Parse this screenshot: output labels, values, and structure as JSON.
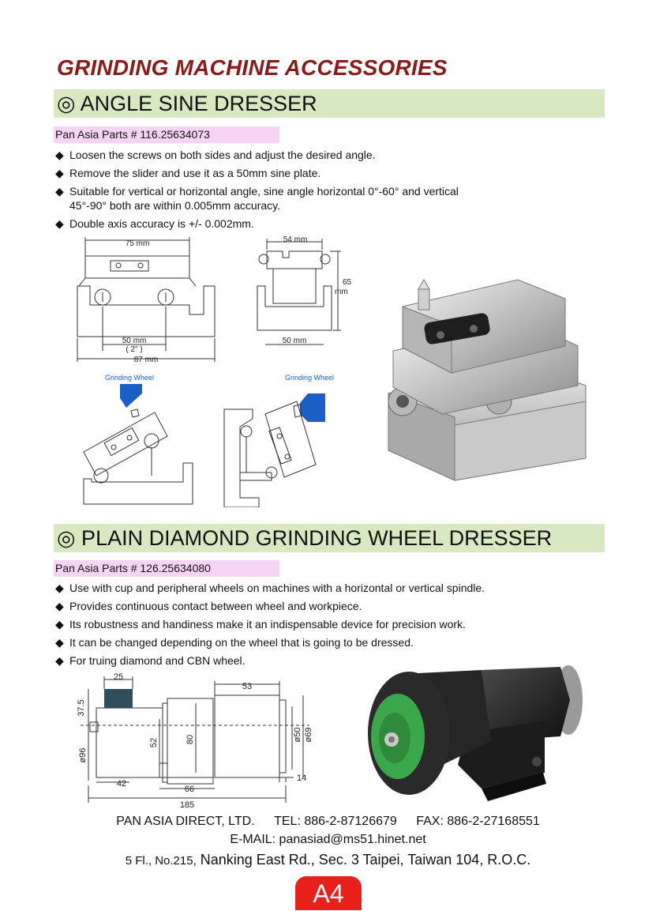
{
  "page_title": "GRINDING MACHINE ACCESSORIES",
  "section1": {
    "heading": "◎ ANGLE SINE DRESSER",
    "part_no": "Pan Asia Parts # 116.25634073",
    "bullets": [
      "Loosen the screws on both sides and adjust the desired angle.",
      "Remove the slider and use it as a 50mm sine plate.",
      "Suitable for vertical or horizontal angle, sine angle horizontal 0°-60° and vertical 45°-90° both are within 0.005mm accuracy.",
      "Double axis accuracy is +/- 0.002mm."
    ],
    "dims": {
      "top_width": "75 mm",
      "inner": "50 mm",
      "inch": "( 2\" )",
      "base": "87 mm",
      "side_top": "54 mm",
      "height": "65",
      "height_unit": "mm",
      "side_base": "50 mm"
    },
    "grinding_label_1": "Grinding Wheel",
    "grinding_label_2": "Grinding Wheel"
  },
  "section2": {
    "heading": "◎ PLAIN DIAMOND GRINDING WHEEL DRESSER",
    "part_no": "Pan Asia Parts # 126.25634080",
    "bullets": [
      "Use with cup and peripheral wheels on machines with a horizontal or vertical spindle.",
      "Provides continuous contact between wheel and workpiece.",
      "Its robustness and handiness make it an indispensable device for precision work.",
      "It can be changed depending on the wheel that is going to be dressed.",
      "For truing diamond and CBN wheel."
    ],
    "dims": {
      "d25": "25",
      "d53": "53",
      "d375": "37.5",
      "d52": "52",
      "d80": "80",
      "d50": "ø50",
      "d69": "ø69",
      "d96": "ø96",
      "d42": "42",
      "d66": "66",
      "d14": "14",
      "d185": "185"
    }
  },
  "footer": {
    "company": "PAN ASIA DIRECT, LTD.",
    "tel": "TEL: 886-2-87126679",
    "fax": "FAX: 886-2-27168551",
    "email": "E-MAIL: panasiad@ms51.hinet.net",
    "addr_a": "5 Fl., No.215,",
    "addr_b": " Nanking East Rd., Sec. 3 Taipei, Taiwan 104, R.O.C."
  },
  "page_badge": "A4",
  "colors": {
    "title": "#8b1a1a",
    "section_band": "#d8e8c0",
    "part_tag": "#f8d4f4",
    "badge": "#e8201c",
    "grinding_wheel": "#1a5fc8",
    "dresser_wheel": "#3aa84a"
  }
}
